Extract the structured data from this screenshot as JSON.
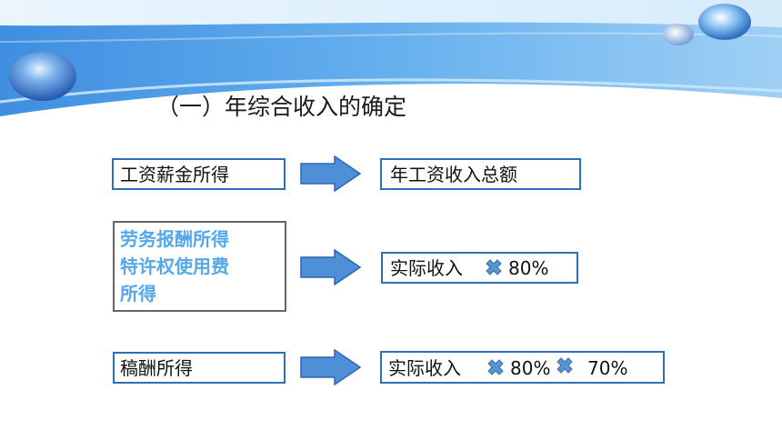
{
  "title": "（一）年综合收入的确定",
  "colors": {
    "banner": "#5fa7e6",
    "box_border": "#2f6fb7",
    "arrow_fill": "#4f8fd8",
    "highlight_text": "#55a8e8",
    "multiply_icon": "#5a93d1"
  },
  "rows": [
    {
      "source": [
        "工资薪金所得"
      ],
      "result": "年工资收入总额",
      "factors": []
    },
    {
      "source": [
        "劳务报酬所得",
        "特许权使用费",
        "所得"
      ],
      "result": "实际收入",
      "factors": [
        "80%"
      ]
    },
    {
      "source": [
        "稿酬所得"
      ],
      "result": "实际收入",
      "factors": [
        "80%",
        "70%"
      ]
    }
  ]
}
